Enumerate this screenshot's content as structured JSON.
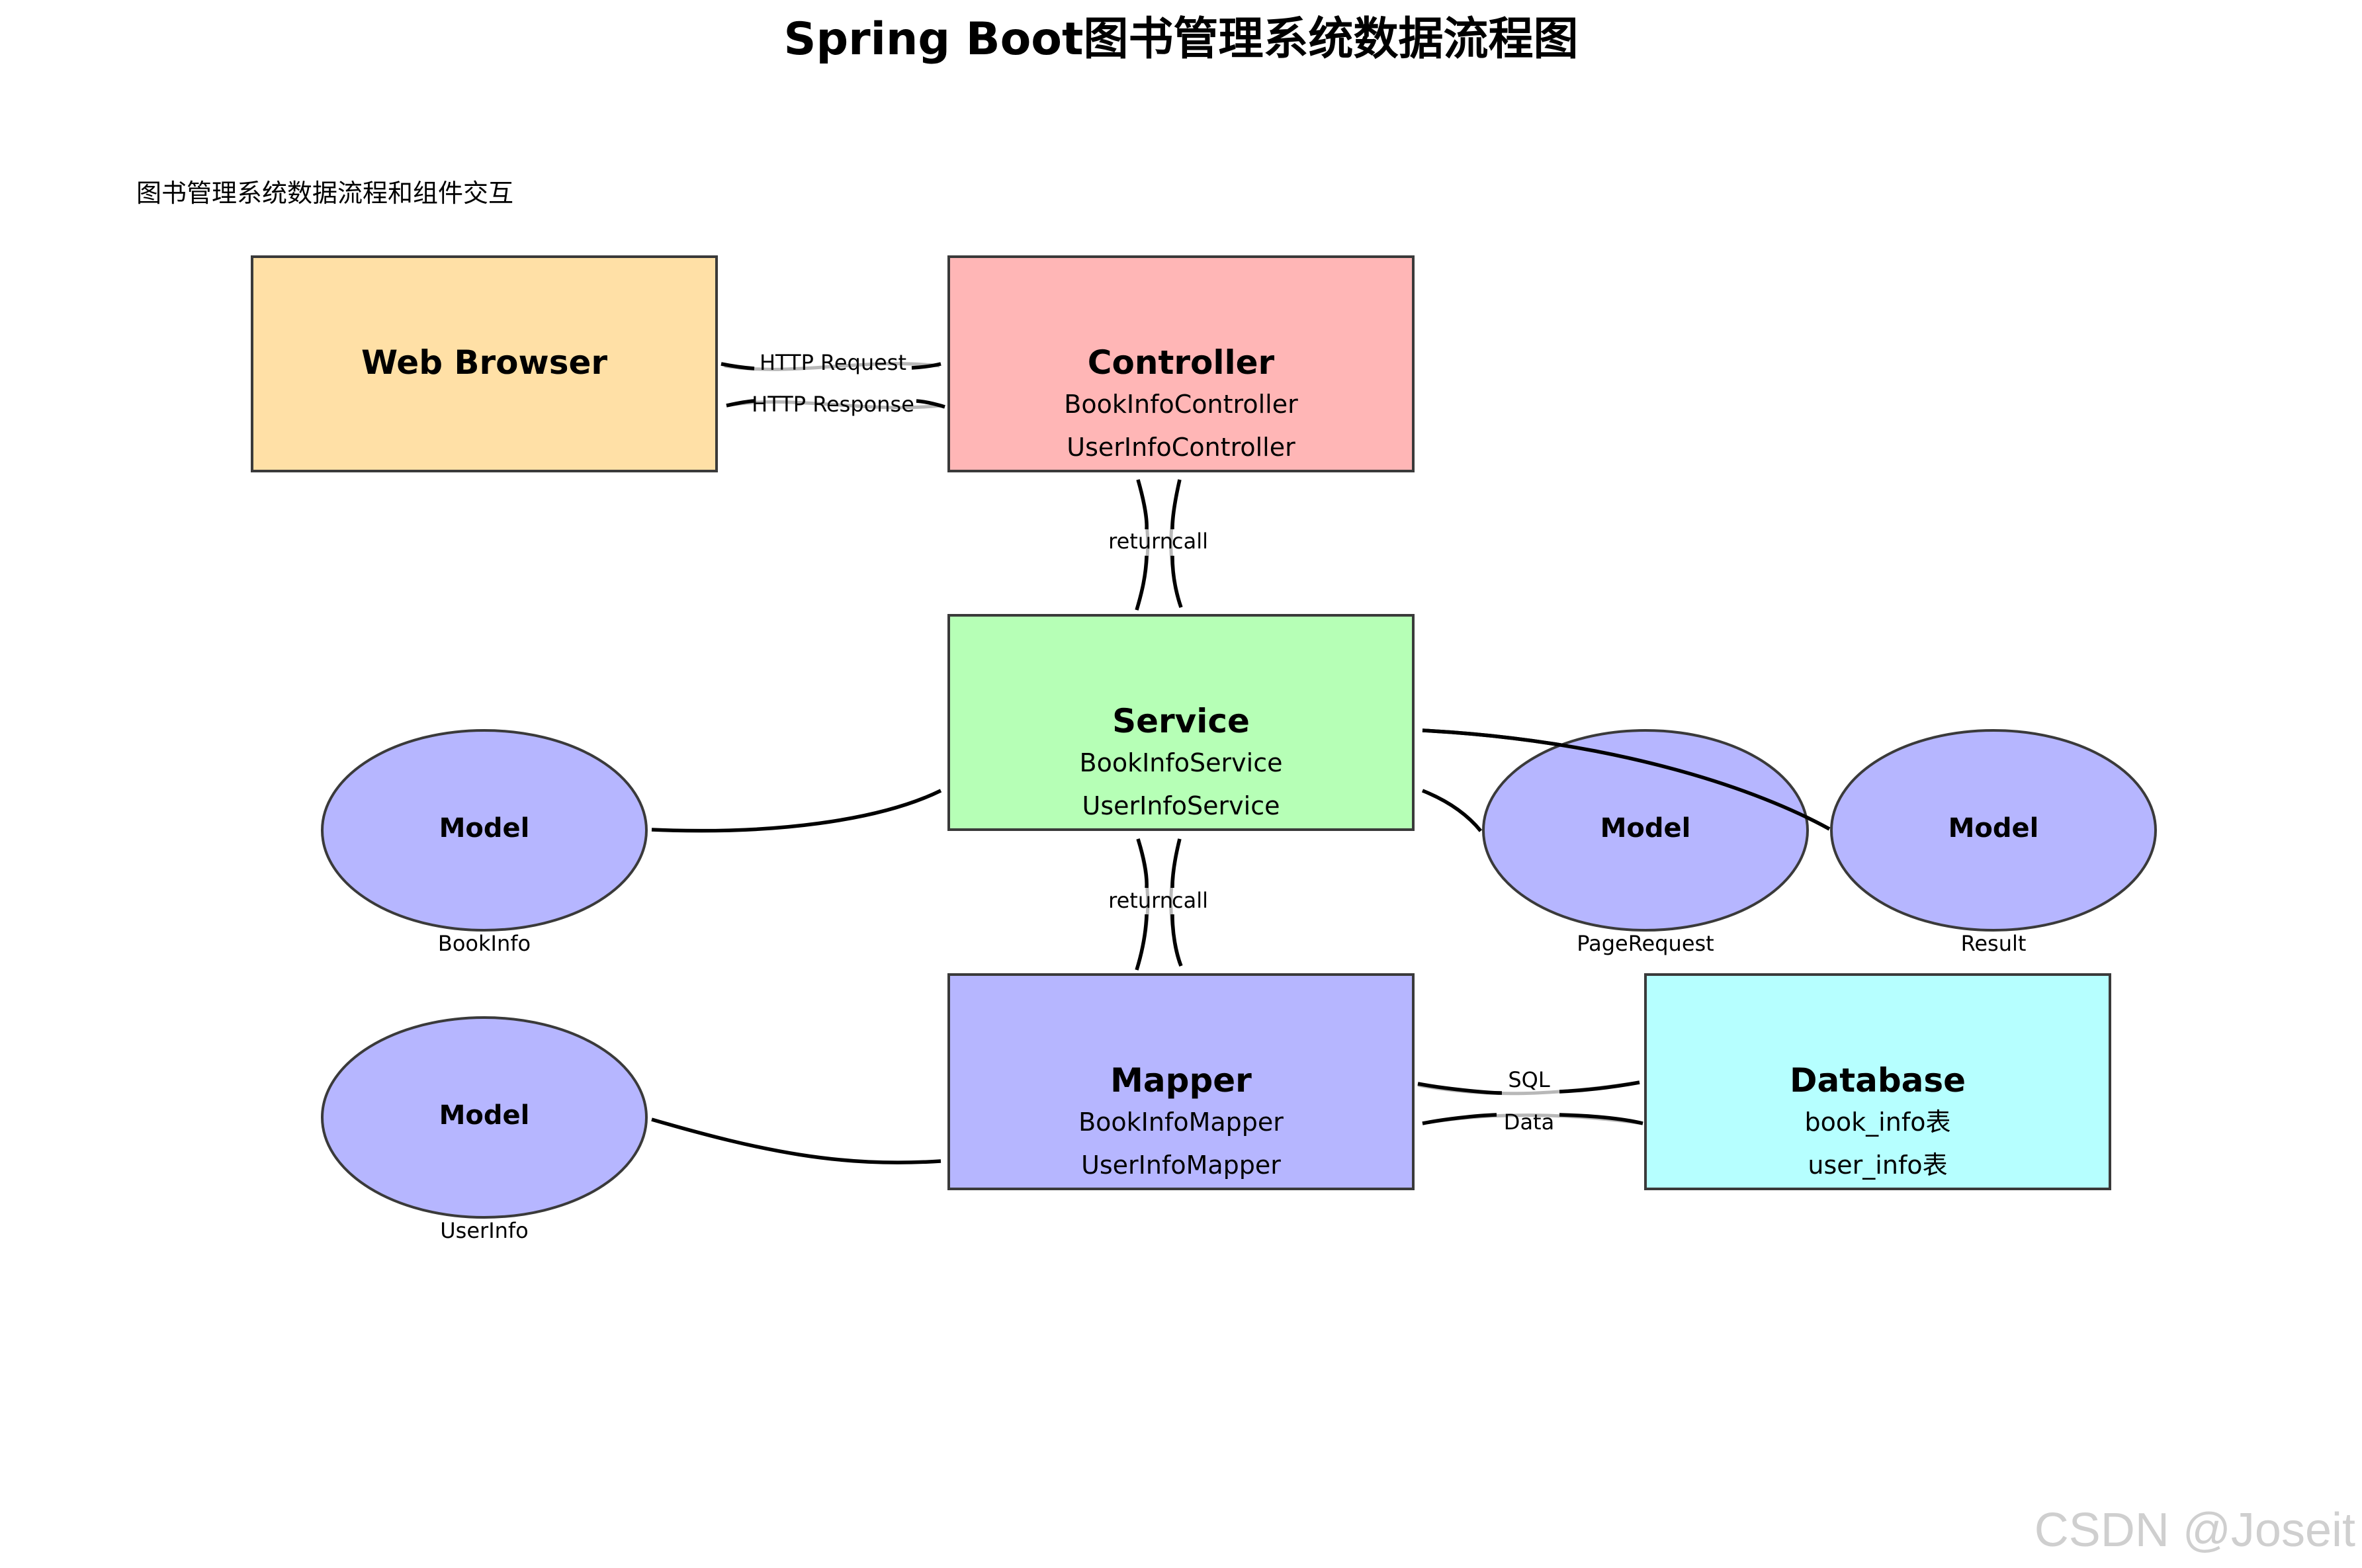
{
  "title": "Spring Boot图书管理系统数据流程图",
  "subtitle": "图书管理系统数据流程和组件交互",
  "watermark": "CSDN @Joseit",
  "colors": {
    "browser": "#ffe0a6",
    "controller": "#ffb6b6",
    "service": "#b6ffb6",
    "mapper": "#b6b6ff",
    "database": "#b6ffff",
    "model": "#b6b6ff"
  },
  "nodes": {
    "browser": {
      "title": "Web Browser",
      "lines": []
    },
    "controller": {
      "title": "Controller",
      "lines": [
        "BookInfoController",
        "UserInfoController"
      ]
    },
    "service": {
      "title": "Service",
      "lines": [
        "BookInfoService",
        "UserInfoService"
      ]
    },
    "mapper": {
      "title": "Mapper",
      "lines": [
        "BookInfoMapper",
        "UserInfoMapper"
      ]
    },
    "database": {
      "title": "Database",
      "lines": [
        "book_info表",
        "user_info表"
      ]
    }
  },
  "models": [
    {
      "title": "Model",
      "caption": "BookInfo"
    },
    {
      "title": "Model",
      "caption": "PageRequest"
    },
    {
      "title": "Model",
      "caption": "Result"
    },
    {
      "title": "Model",
      "caption": "UserInfo"
    }
  ],
  "edges": {
    "http_request": "HTTP Request",
    "http_response": "HTTP Response",
    "ctrl_service_left": "return",
    "ctrl_service_right": "call",
    "service_mapper_left": "return",
    "service_mapper_right": "call",
    "sql": "SQL",
    "data": "Data"
  }
}
